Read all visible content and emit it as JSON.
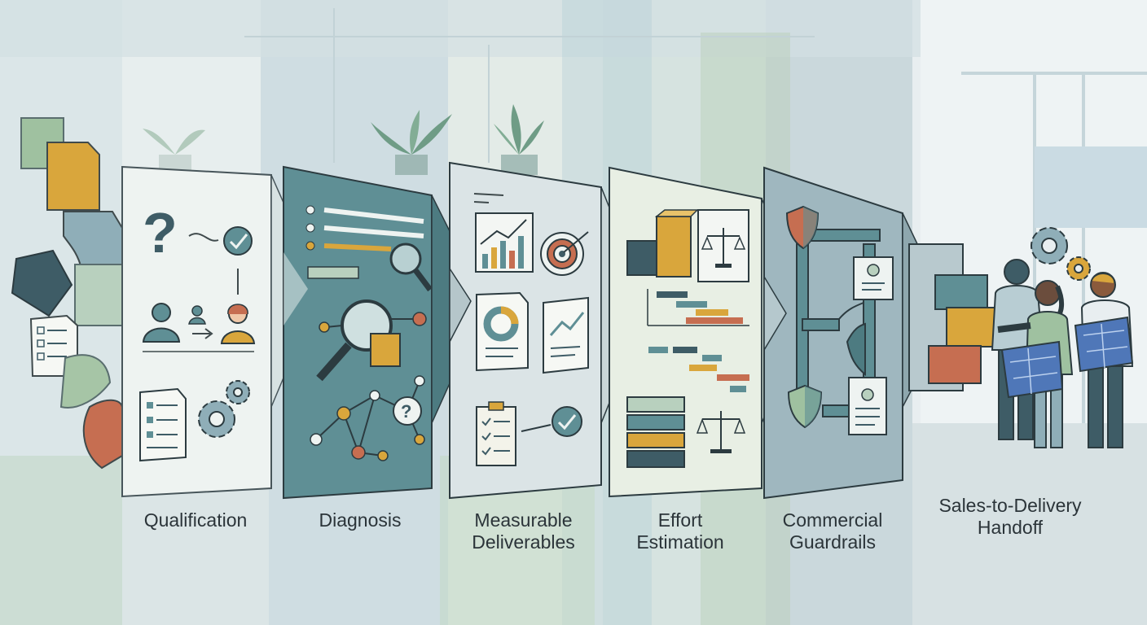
{
  "stages": [
    {
      "lines": [
        "Qualification"
      ]
    },
    {
      "lines": [
        "Diagnosis"
      ]
    },
    {
      "lines": [
        "Measurable",
        "Deliverables"
      ]
    },
    {
      "lines": [
        "Effort",
        "Estimation"
      ]
    },
    {
      "lines": [
        "Commercial",
        "Guardrails"
      ]
    },
    {
      "lines": [
        "Sales-to-Delivery",
        "Handoff"
      ]
    }
  ],
  "colors": {
    "teal": "#5f8f95",
    "slate": "#3e5c66",
    "mustard": "#d9a63c",
    "terracotta": "#c66e51",
    "sage": "#9fc1a0",
    "blueprint": "#4f77b8",
    "panel_light": "#eef3f1"
  }
}
